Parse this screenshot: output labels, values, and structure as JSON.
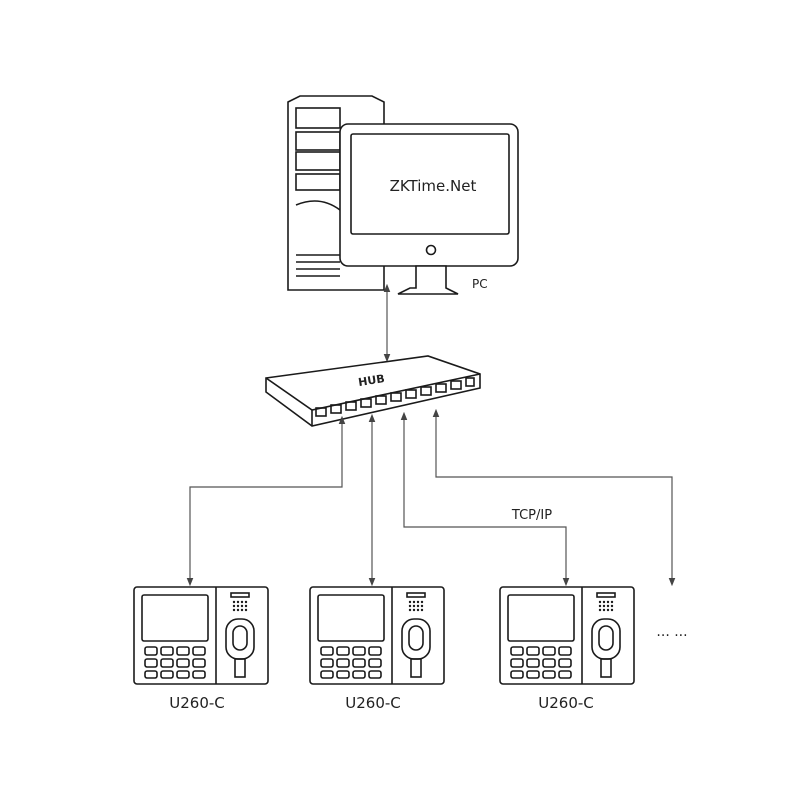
{
  "pc": {
    "screen_text": "ZKTime.Net",
    "label": "PC"
  },
  "hub": {
    "label": "HUB"
  },
  "network": {
    "protocol_label": "TCP/IP"
  },
  "devices": [
    {
      "label": "U260-C"
    },
    {
      "label": "U260-C"
    },
    {
      "label": "U260-C"
    }
  ],
  "more_indicator": "... ..."
}
